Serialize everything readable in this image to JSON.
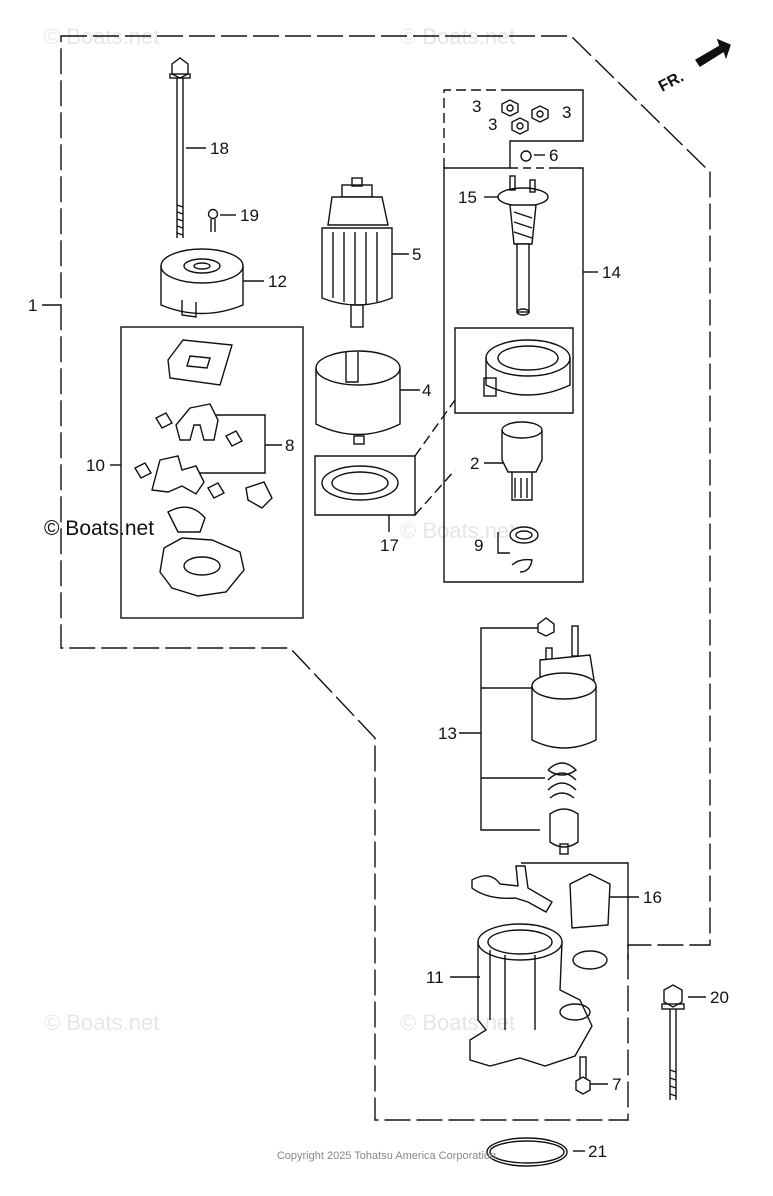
{
  "orientation": {
    "label": "FR."
  },
  "watermark": {
    "text": "© Boats.net"
  },
  "copyright": "Copyright 2025 Tohatsu America Corporation",
  "callouts": {
    "c1": "1",
    "c2": "2",
    "c3a": "3",
    "c3b": "3",
    "c3c": "3",
    "c4": "4",
    "c5": "5",
    "c6": "6",
    "c7": "7",
    "c8": "8",
    "c9": "9",
    "c10": "10",
    "c11": "11",
    "c12": "12",
    "c13": "13",
    "c14": "14",
    "c15": "15",
    "c16": "16",
    "c17": "17",
    "c18": "18",
    "c19": "19",
    "c20": "20",
    "c21": "21"
  }
}
